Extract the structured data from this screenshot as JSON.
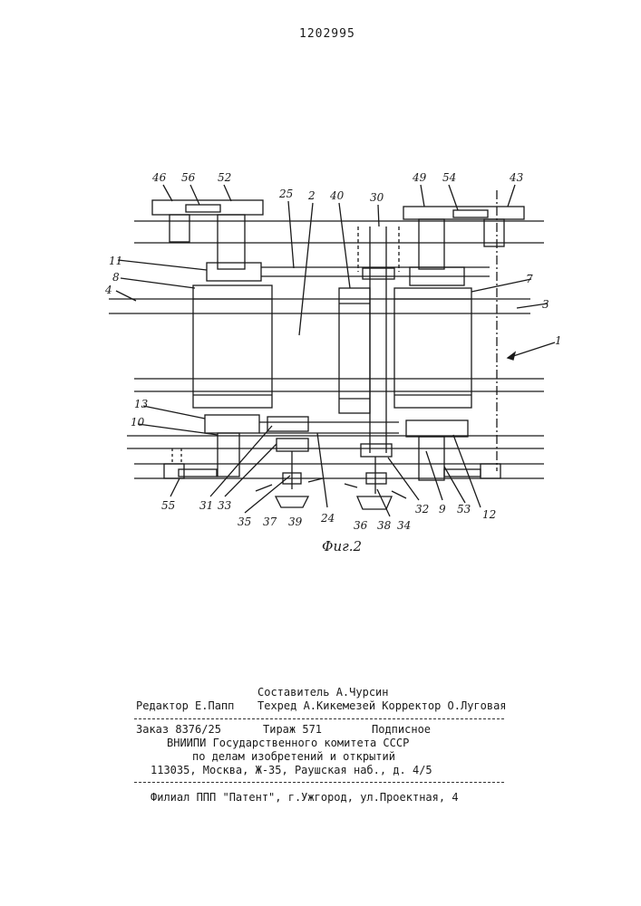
{
  "page": {
    "patent_number": "1202995",
    "figure_caption": "Фиг.2"
  },
  "drawing": {
    "labels": [
      "46",
      "56",
      "52",
      "25",
      "2",
      "40",
      "30",
      "49",
      "54",
      "43",
      "11",
      "8",
      "4",
      "7",
      "3",
      "1",
      "13",
      "10",
      "55",
      "31",
      "33",
      "35",
      "37",
      "39",
      "24",
      "36",
      "38",
      "34",
      "32",
      "9",
      "53",
      "12"
    ]
  },
  "colophon": {
    "compiler": "Составитель А.Чурсин",
    "editor": "Редактор Е.Папп",
    "techred_corrector": "Техред А.Кикемезей Корректор О.Луговая",
    "order": "Заказ 8376/25",
    "circulation": "Тираж 571",
    "subscription": "Подписное",
    "publisher_line1": "ВНИИПИ Государственного комитета СССР",
    "publisher_line2": "по делам изобретений и открытий",
    "address": "113035, Москва, Ж-35, Раушская наб., д. 4/5",
    "branch": "Филиал ППП \"Патент\", г.Ужгород, ул.Проектная, 4"
  }
}
